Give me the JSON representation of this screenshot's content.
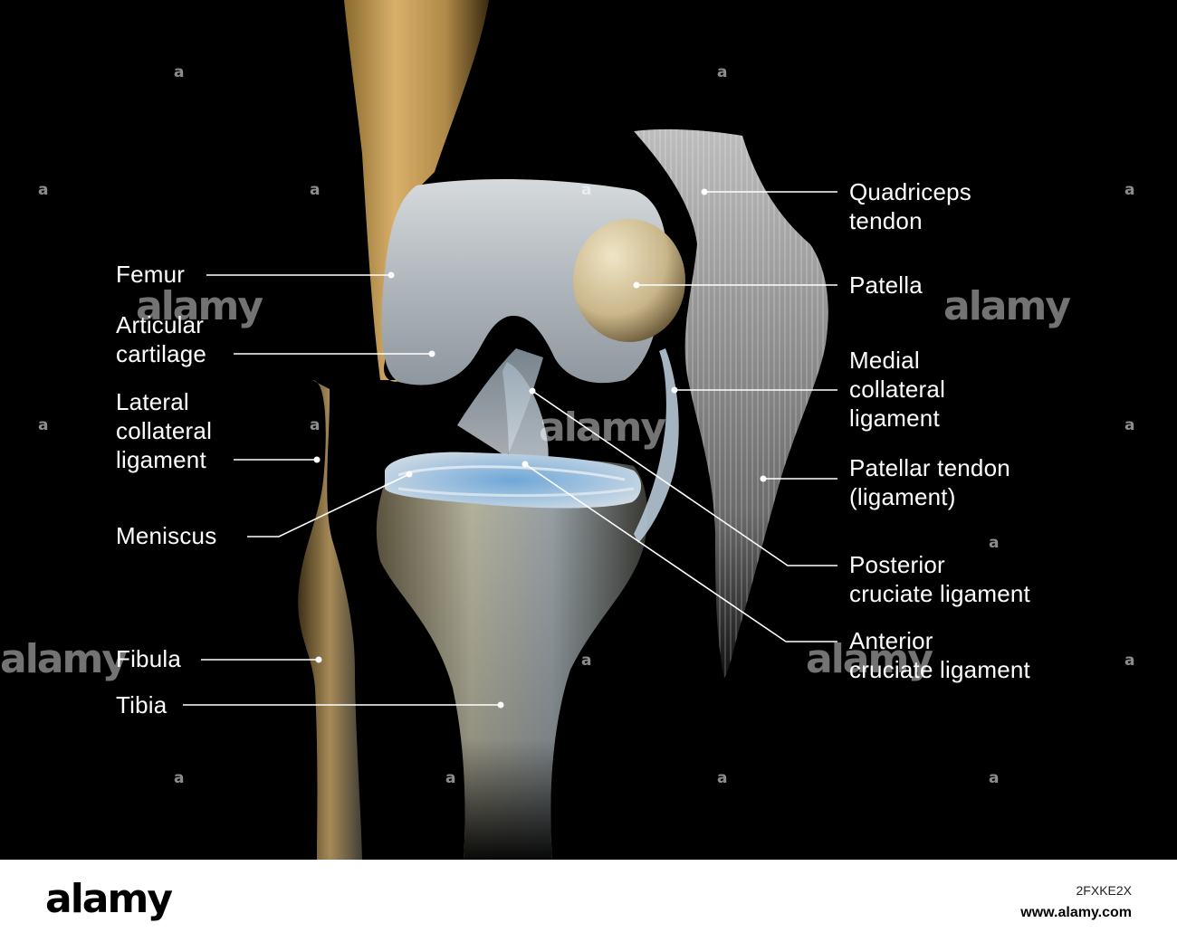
{
  "labels": {
    "femur": "Femur",
    "articular_cartilage": "Articular\ncartilage",
    "lateral_collateral_ligament": "Lateral\ncollateral\nligament",
    "meniscus": "Meniscus",
    "fibula": "Fibula",
    "tibia": "Tibia",
    "quadriceps_tendon": "Quadriceps\ntendon",
    "patella": "Patella",
    "medial_collateral_ligament": "Medial\ncollateral\nligament",
    "patellar_tendon": "Patellar tendon\n(ligament)",
    "posterior_cruciate_ligament": "Posterior\ncruciate ligament",
    "anterior_cruciate_ligament": "Anterior\ncruciate ligament"
  },
  "watermark": {
    "small": "a",
    "large": "alamy"
  },
  "footer": {
    "logo": "alamy",
    "image_id": "2FXKE2X",
    "url": "www.alamy.com"
  }
}
